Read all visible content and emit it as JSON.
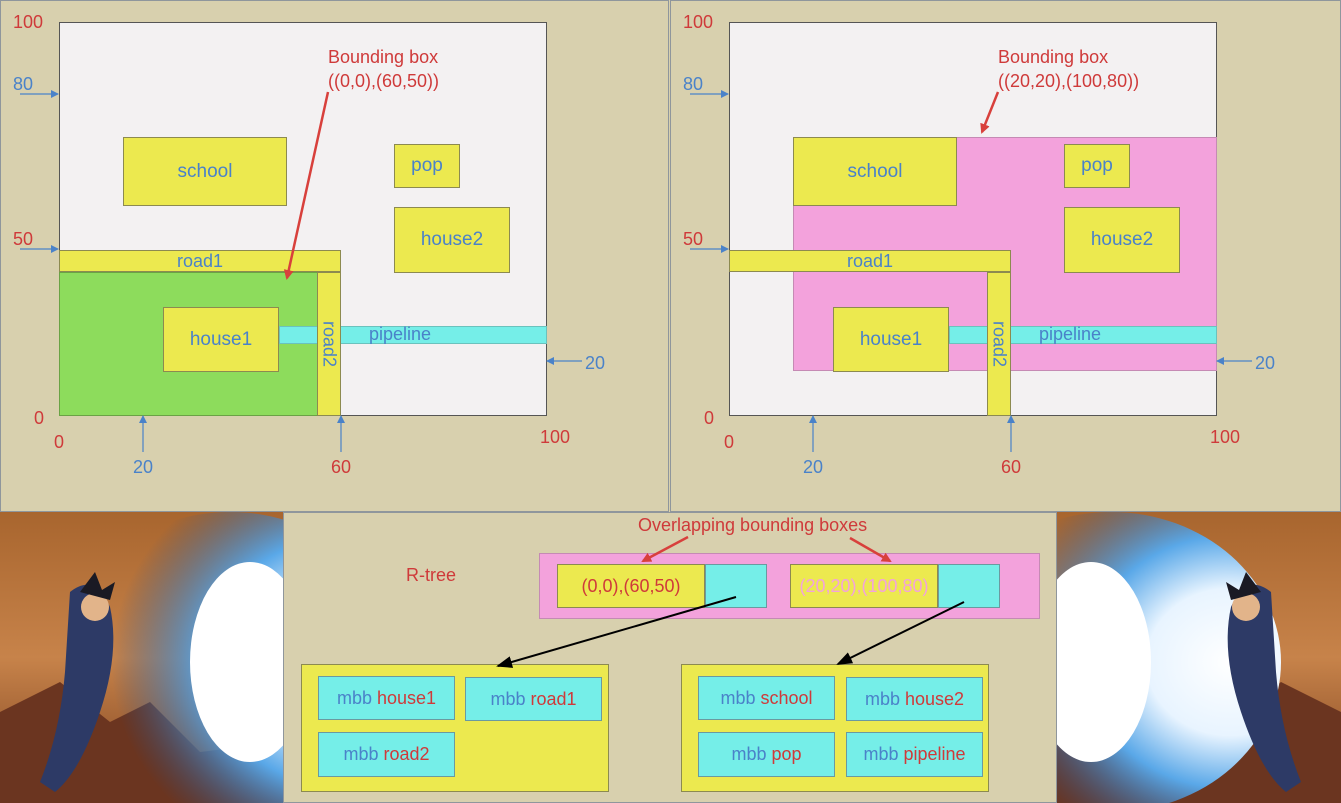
{
  "colors": {
    "background": "#d8d0ae",
    "plot": "#f3f1f2",
    "yellow": "#ece94f",
    "cyan": "#75eee8",
    "green": "#8ddc5c",
    "pink": "#f3a2dc",
    "red_text": "#cf3a3a",
    "blue_text": "#4a82c9"
  },
  "panels": [
    {
      "ticks": {
        "y100": "100",
        "y80": "80",
        "y50": "50",
        "y0": "0",
        "x0": "0",
        "x20": "20",
        "x60": "60",
        "x100": "100",
        "right20": "20"
      },
      "bbox_title": "Bounding box",
      "bbox_coords": "((0,0),(60,50))",
      "objects": {
        "school": "school",
        "pop": "pop",
        "house2": "house2",
        "road1": "road1",
        "house1": "house1",
        "pipeline": "pipeline",
        "road2": "road2"
      }
    },
    {
      "ticks": {
        "y100": "100",
        "y80": "80",
        "y50": "50",
        "y0": "0",
        "x0": "0",
        "x20": "20",
        "x60": "60",
        "x100": "100",
        "right20": "20"
      },
      "bbox_title": "Bounding box",
      "bbox_coords": "((20,20),(100,80))",
      "objects": {
        "school": "school",
        "pop": "pop",
        "house2": "house2",
        "road1": "road1",
        "house1": "house1",
        "pipeline": "pipeline",
        "road2": "road2"
      }
    }
  ],
  "rtree": {
    "title": "R-tree",
    "overlap_label": "Overlapping bounding boxes",
    "root_entries": [
      "(0,0),(60,50)",
      "(20,20),(100,80)"
    ],
    "left_node": [
      {
        "prefix": "mbb",
        "name": "house1"
      },
      {
        "prefix": "mbb",
        "name": "road1"
      },
      {
        "prefix": "mbb",
        "name": "road2"
      }
    ],
    "right_node": [
      {
        "prefix": "mbb",
        "name": "school"
      },
      {
        "prefix": "mbb",
        "name": "house2"
      },
      {
        "prefix": "mbb",
        "name": "pop"
      },
      {
        "prefix": "mbb",
        "name": "pipeline"
      }
    ]
  }
}
